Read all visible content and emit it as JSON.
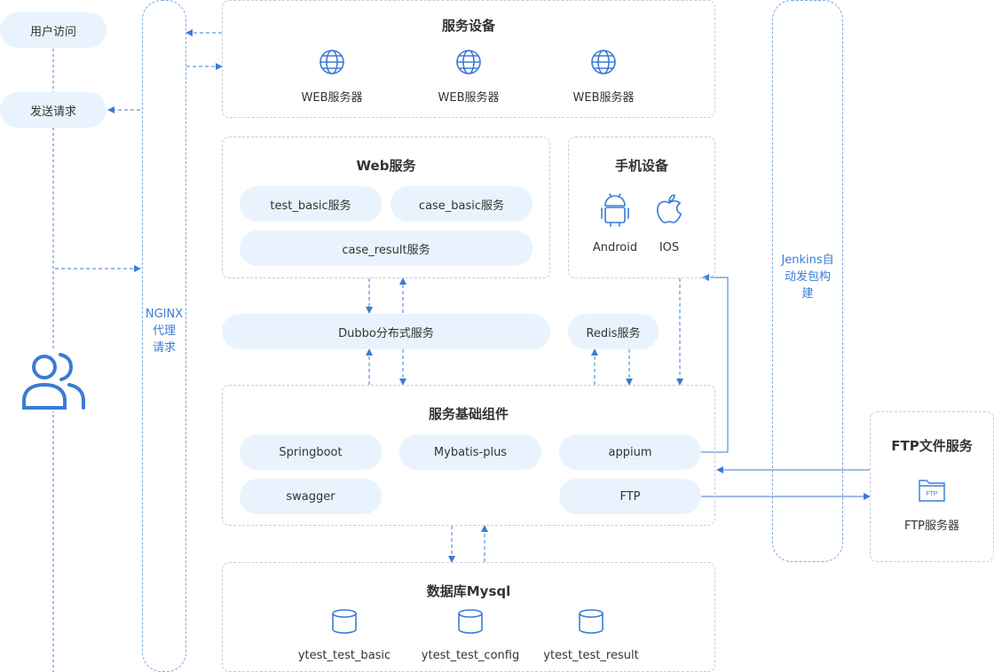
{
  "user_panel": {
    "visit_label": "用户访问",
    "request_label": "发送请求"
  },
  "nginx": {
    "label_lines": [
      "NGINX",
      "代理",
      "请求"
    ]
  },
  "jenkins": {
    "label_lines": [
      "Jenkins自",
      "动发包构",
      "建"
    ]
  },
  "service_devices": {
    "title": "服务设备",
    "servers": [
      "WEB服务器",
      "WEB服务器",
      "WEB服务器"
    ]
  },
  "web_service": {
    "title": "Web服务",
    "items": [
      "test_basic服务",
      "case_basic服务",
      "case_result服务"
    ]
  },
  "mobile_devices": {
    "title": "手机设备",
    "items": [
      "Android",
      "IOS"
    ]
  },
  "dubbo": "Dubbo分布式服务",
  "redis": "Redis服务",
  "base_components": {
    "title": "服务基础组件",
    "items": [
      "Springboot",
      "Mybatis-plus",
      "appium",
      "swagger",
      "FTP"
    ]
  },
  "database": {
    "title": "数据库Mysql",
    "items": [
      "ytest_test_basic",
      "ytest_test_config",
      "ytest_test_result"
    ]
  },
  "ftp_service": {
    "title": "FTP文件服务",
    "server_label": "FTP服务器",
    "icon_text": "FTP"
  },
  "colors": {
    "accent": "#3a7bd5",
    "pill_bg": "#e8f3fd",
    "border": "#c9ced6"
  },
  "icons": [
    "users-icon",
    "globe-icon",
    "android-icon",
    "apple-icon",
    "folder-icon",
    "database-icon"
  ]
}
